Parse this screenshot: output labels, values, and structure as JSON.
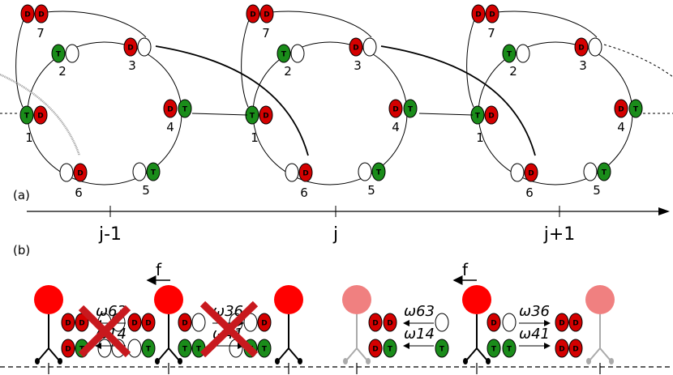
{
  "panel_a_label": "(a)",
  "panel_b_label": "(b)",
  "axis_ticks": [
    "j-1",
    "j",
    "j+1"
  ],
  "node_labels": [
    "1",
    "2",
    "3",
    "4",
    "5",
    "6",
    "7"
  ],
  "head_letters": {
    "D": "D",
    "T": "T"
  },
  "force_label": "f",
  "rate_labels": {
    "w63": "ω63",
    "w14": "ω14",
    "w36": "ω36",
    "w41": "ω41"
  },
  "colors": {
    "red": "#d40000",
    "green": "#1a8c1a",
    "empty": "#ffffff",
    "motor": "#ff0000",
    "motor_faded": "#f08080",
    "cross": "#c8191e"
  }
}
